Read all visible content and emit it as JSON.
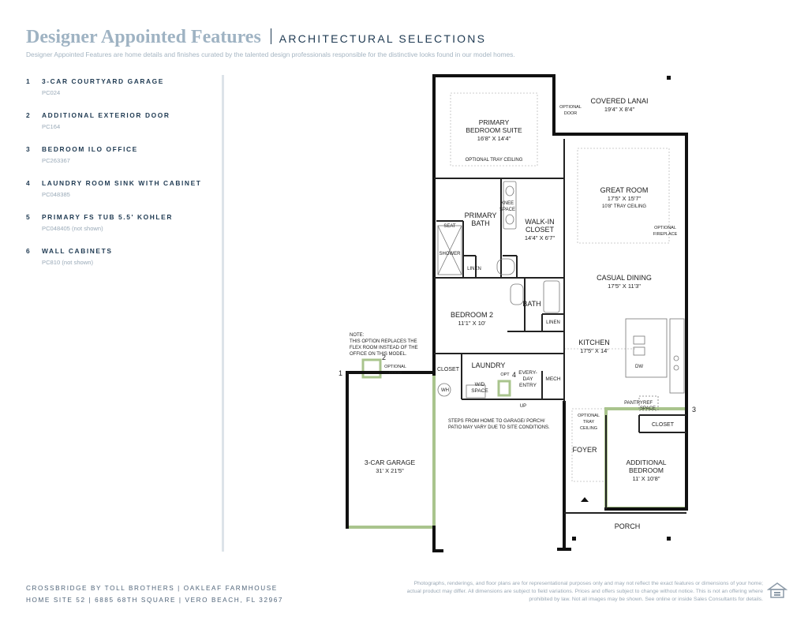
{
  "header": {
    "title": "Designer Appointed Features",
    "subtitle": "ARCHITECTURAL SELECTIONS",
    "intro": "Designer Appointed Features are home details and finishes curated by the talented design professionals responsible for the distinctive looks found in our model homes."
  },
  "features": [
    {
      "num": "1",
      "name": "3-CAR COURTYARD GARAGE",
      "code": "PC024"
    },
    {
      "num": "2",
      "name": "ADDITIONAL EXTERIOR DOOR",
      "code": "PC164"
    },
    {
      "num": "3",
      "name": "BEDROOM ILO OFFICE",
      "code": "PC263367"
    },
    {
      "num": "4",
      "name": "LAUNDRY ROOM SINK WITH CABINET",
      "code": "PC048385"
    },
    {
      "num": "5",
      "name": "PRIMARY FS TUB 5.5' KOHLER",
      "code": "PC048405 (not shown)"
    },
    {
      "num": "6",
      "name": "WALL CABINETS",
      "code": "PC810 (not shown)"
    }
  ],
  "plan": {
    "rooms": {
      "covered_lanai": {
        "name": "COVERED LANAI",
        "dim": "19'4\" X 8'4\""
      },
      "primary_suite": {
        "name1": "PRIMARY",
        "name2": "BEDROOM SUITE",
        "dim": "16'8\" X 14'4\"",
        "note": "OPTIONAL TRAY CEILING"
      },
      "great_room": {
        "name": "GREAT ROOM",
        "dim": "17'5\" X 15'7\"",
        "note": "10'8\" TRAY CEILING"
      },
      "primary_bath": {
        "name1": "PRIMARY",
        "name2": "BATH"
      },
      "walkin_closet": {
        "name1": "WALK-IN",
        "name2": "CLOSET",
        "dim": "14'4\" X 6'7\""
      },
      "casual_dining": {
        "name": "CASUAL DINING",
        "dim": "17'5\" X 11'3\""
      },
      "bedroom2": {
        "name": "BEDROOM 2",
        "dim": "11'1\" X 10'"
      },
      "bath": {
        "name": "BATH"
      },
      "kitchen": {
        "name": "KITCHEN",
        "dim": "17'5\" X 14'"
      },
      "laundry": {
        "name": "LAUNDRY"
      },
      "closet_laundry": {
        "name": "CLOSET"
      },
      "wd_space": {
        "name1": "W/D",
        "name2": "SPACE"
      },
      "everyday_entry": {
        "name1": "EVERY-",
        "name2": "DAY",
        "name3": "ENTRY"
      },
      "mech": {
        "name": "MECH"
      },
      "garage": {
        "name": "3-CAR GARAGE",
        "dim": "31' X 21'5\""
      },
      "foyer": {
        "name": "FOYER"
      },
      "additional_bedroom": {
        "name1": "ADDITIONAL",
        "name2": "BEDROOM",
        "dim": "11' X 10'8\""
      },
      "porch": {
        "name": "PORCH"
      },
      "closet_bedroom": {
        "name": "CLOSET"
      }
    },
    "labels": {
      "seat": "SEAT",
      "shower": "SHOWER",
      "linen1": "LINEN",
      "linen2": "LINEN",
      "knee1": "KNEE",
      "knee2": "SPACE",
      "opt_door1": "OPTIONAL",
      "opt_door2": "DOOR",
      "opt_fire1": "OPTIONAL",
      "opt_fire2": "FIREPLACE",
      "opt_door3": "OPTIONAL",
      "opt_door4": "DOOR",
      "opt_tray1": "OPTIONAL",
      "opt_tray2": "TRAY",
      "opt_tray3": "CEILING",
      "pantry": "PANTRY",
      "ref1": "REF",
      "ref2": "SPACE",
      "dw": "DW",
      "wh": "WH",
      "opt": "OPT",
      "up": "UP",
      "note_head": "NOTE:",
      "note1": "THIS OPTION REPLACES THE",
      "note2": "FLEX ROOM INSTEAD OF THE",
      "note3": "OFFICE ON THIS MODEL.",
      "steps1": "STEPS FROM HOME TO GARAGE/ PORCH/",
      "steps2": "PATIO MAY VARY DUE TO SITE CONDITIONS."
    },
    "markers": {
      "m1": "1",
      "m2": "2",
      "m3": "3",
      "m4": "4"
    },
    "highlight_color": "#a9c48d"
  },
  "footer": {
    "line1": "CROSSBRIDGE BY TOLL BROTHERS  |  OAKLEAF FARMHOUSE",
    "line2": "HOME SITE 52  |  6885 68TH SQUARE  |  VERO BEACH, FL 32967",
    "disclaimer": "Photographs, renderings, and floor plans are for representational purposes only and may not reflect the exact features or dimensions of your home; actual product may differ. All dimensions are subject to field variations. Prices and offers subject to change without notice. This is not an offering where prohibited by law. Not all images may be shown. See online or inside Sales Consultants for details.",
    "logo_icon": "equal-housing-icon"
  }
}
